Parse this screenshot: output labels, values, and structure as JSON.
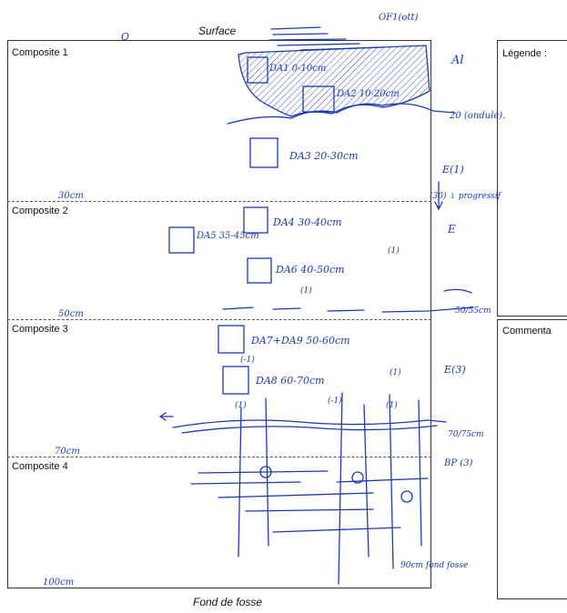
{
  "header": {
    "surface_label": "Surface"
  },
  "footer": {
    "bottom_label": "Fond de fosse"
  },
  "composites": [
    {
      "label": "Composite 1"
    },
    {
      "label": "Composite 2"
    },
    {
      "label": "Composite 3"
    },
    {
      "label": "Composite 4"
    }
  ],
  "side_panel": {
    "legend_label": "Légende :",
    "comments_label": "Commenta"
  },
  "handwritten": {
    "top_note": "OF1(ott)",
    "top_o": "O",
    "sample_1": "DA1 0-10cm",
    "sample_2": "DA2 10-20cm",
    "sample_3": "DA3 20-30cm",
    "sample_4": "DA4 30-40cm",
    "sample_5": "DA5 35-45cm",
    "sample_6": "DA6 40-50cm",
    "sample_7": "DA7+DA9 50-60cm",
    "sample_8": "DA8 60-70cm",
    "depth_30": "30cm",
    "depth_50": "50cm",
    "depth_70": "70cm",
    "depth_100": "100cm",
    "horizon_al": "Al",
    "horizon_20": "20 (ondulé).",
    "horizon_e1": "E(1)",
    "progressif": "(30) ↓ progressif",
    "horizon_e": "E",
    "depth_5055": "50/55cm",
    "horizon_e3": "E(3)",
    "depth_7075": "70/75cm",
    "horizon_bp": "BP (3)",
    "fond_fosse_note": "90cm fond fosse",
    "mark_1": "(1)",
    "mark_paren_1": "(1)",
    "mark_2": "(-1)",
    "mark_3": "(1)",
    "mark_4": "(1)",
    "mark_5": "(-1)",
    "mark_6": "(1)"
  }
}
